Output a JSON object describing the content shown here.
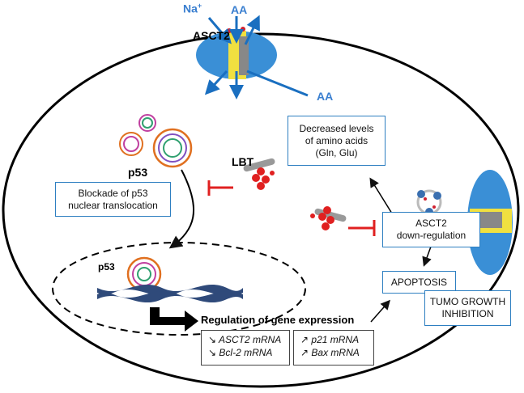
{
  "transporter": {
    "label": "ASCT2",
    "ion_label": "Na",
    "ion_charge": "+",
    "substrate_top": "AA",
    "substrate_bottom": "AA"
  },
  "p53": {
    "cytoplasm_label": "p53",
    "nucleus_label": "p53"
  },
  "drug": {
    "label": "LBT"
  },
  "boxes": {
    "blockade": [
      "Blockade of p53",
      "nuclear translocation"
    ],
    "decreased": [
      "Decreased levels",
      "of amino acids",
      "(Gln, Glu)"
    ],
    "downreg": [
      "ASCT2",
      "down-regulation"
    ],
    "apoptosis": "APOPTOSIS",
    "tumor": [
      "TUMO GROWTH",
      "INHIBITION"
    ]
  },
  "gene_expression": {
    "title": "Regulation of gene expression",
    "down": [
      {
        "arrow": "↘",
        "text": "ASCT2 mRNA"
      },
      {
        "arrow": "↘",
        "text": "Bcl-2 mRNA"
      }
    ],
    "up": [
      {
        "arrow": "↗",
        "text": "p21 mRNA"
      },
      {
        "arrow": "↗",
        "text": "Bax mRNA"
      }
    ]
  },
  "colors": {
    "box_border": "#2e7fc1",
    "inhibit": "#e02020",
    "transport_arrow": "#1a6fc0",
    "dna": "#2f4a7a"
  }
}
